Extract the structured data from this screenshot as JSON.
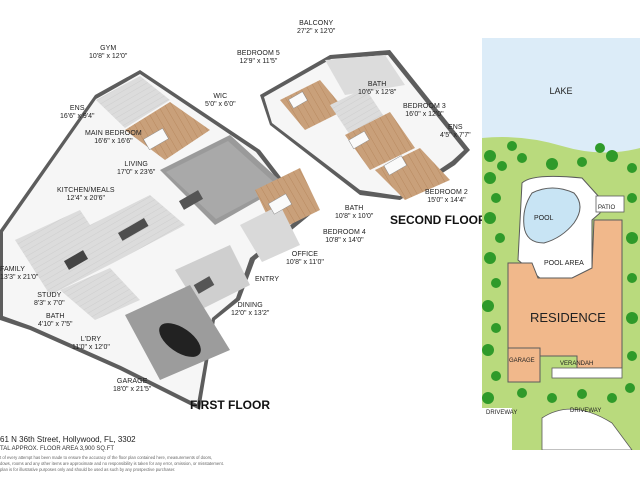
{
  "first_floor": {
    "title": "FIRST FLOOR",
    "rooms": [
      {
        "name": "GYM",
        "dims": "10'8\" x 12'0\""
      },
      {
        "name": "ENS",
        "dims": "16'6\" x 9'4\""
      },
      {
        "name": "MAIN BEDROOM",
        "dims": "16'6\" x 16'6\""
      },
      {
        "name": "LIVING",
        "dims": "17'0\" x 23'6\""
      },
      {
        "name": "KITCHEN/MEALS",
        "dims": "12'4\" x 20'6\""
      },
      {
        "name": "FAMILY",
        "dims": "13'3\" x 21'0\""
      },
      {
        "name": "STUDY",
        "dims": "8'3\" x 7'0\""
      },
      {
        "name": "BATH",
        "dims": "4'10\" x 7'5\""
      },
      {
        "name": "L'DRY",
        "dims": "11'0\" x 12'0\""
      },
      {
        "name": "GARAGE",
        "dims": "18'0\" x 21'5\""
      },
      {
        "name": "DINING",
        "dims": "12'0\" x 13'2\""
      },
      {
        "name": "ENTRY",
        "dims": ""
      },
      {
        "name": "OFFICE",
        "dims": "10'8\" x 11'0\""
      },
      {
        "name": "BEDROOM 4",
        "dims": "10'8\" x 14'0\""
      },
      {
        "name": "BATH",
        "dims": "10'8\" x 10'0\""
      }
    ]
  },
  "second_floor": {
    "title": "SECOND FLOOR",
    "rooms": [
      {
        "name": "BALCONY",
        "dims": "27'2\" x 12'0\""
      },
      {
        "name": "BEDROOM 5",
        "dims": "12'9\" x 11'5\""
      },
      {
        "name": "WIC",
        "dims": "5'0\" x 6'0\""
      },
      {
        "name": "BATH",
        "dims": "10'6\" x 12'8\""
      },
      {
        "name": "BEDROOM 3",
        "dims": "16'0\" x 12'0\""
      },
      {
        "name": "ENS",
        "dims": "4'5\" x 7'7\""
      },
      {
        "name": "BEDROOM 2",
        "dims": "15'0\" x 14'4\""
      }
    ]
  },
  "site_plan": {
    "labels": {
      "lake": "LAKE",
      "pool": "POOL",
      "patio": "PATIO",
      "pool_area": "POOL AREA",
      "residence": "RESIDENCE",
      "garage": "GARAGE",
      "verandah": "VERANDAH",
      "driveway_left": "DRIVEWAY",
      "driveway_right": "DRIVEWAY"
    },
    "colors": {
      "lake": "#dcecf8",
      "grass": "#b9da7d",
      "tree": "#2f9a2a",
      "residence": "#f1b88b",
      "pool": "#c8e4f4",
      "pool_area": "#ffffff"
    }
  },
  "address": "61 N 36th Street, Hollywood, FL, 3302",
  "total_area": "TAL APPROX. FLOOR AREA 3,900 SQ.FT",
  "disclaimer": [
    "t of every attempt has been made to ensure the accuracy of the floor plan contained here, measurements of doors,",
    "dows, rooms and any other items are approximate and no responsibility is taken for any error, omission, or misstatement.",
    "plan is for illustrative purposes only and should be used as such by any prospective purchaser."
  ],
  "colors": {
    "wall": "#f4f4f4",
    "wall_side": "#5a5a5a",
    "floor_wood": "#c9a07a",
    "floor_tile": "#d9d9d9",
    "floor_dark": "#8a8a8a"
  }
}
